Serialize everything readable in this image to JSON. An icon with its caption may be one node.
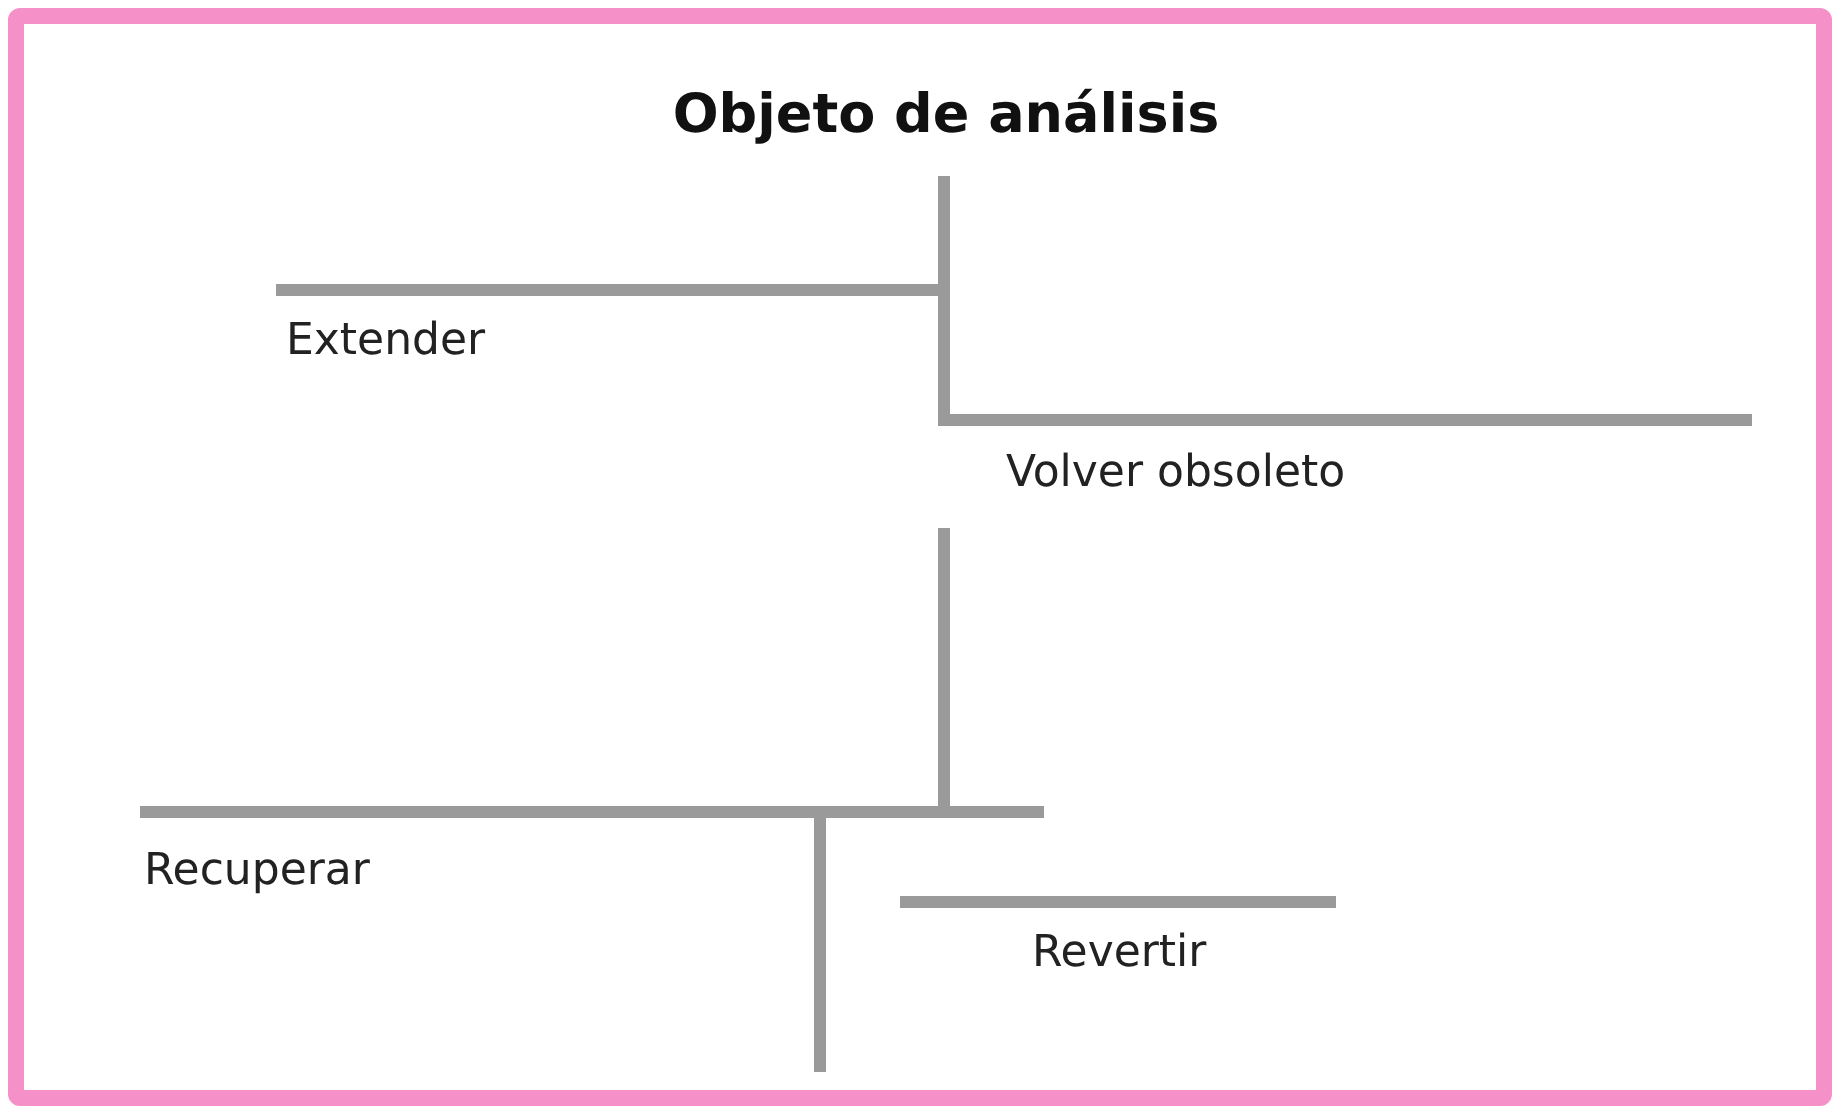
{
  "diagram": {
    "title": "Objeto de análisis",
    "labels": [
      "Extender",
      "Volver obsoleto",
      "Recuperar",
      "Revertir"
    ]
  }
}
